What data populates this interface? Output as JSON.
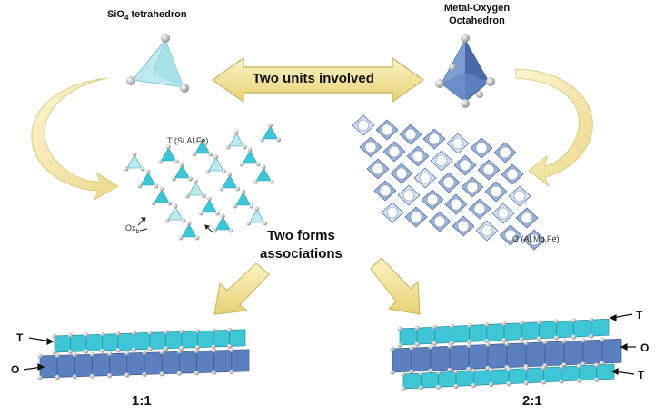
{
  "titles": {
    "tetrahedron_prefix": "SiO",
    "tetrahedron_sub": "4",
    "tetrahedron_suffix": " tetrahedron",
    "octahedron_line1": "Metal-Oxygen",
    "octahedron_line2": "Octahedron"
  },
  "center_arrow_label": "Two units involved",
  "sheet_labels": {
    "tetrahedral_sheet": "T (Si,Al,Fe)",
    "octahedral_sheet": "O (Al,Mg,Fe)",
    "oxygen_prefix": "Ox",
    "oxygen_sub": "b"
  },
  "associations": {
    "line1": "Two forms",
    "line2": "associations"
  },
  "structures": {
    "left_ratio": "1:1",
    "right_ratio": "2:1",
    "t_label": "T",
    "o_label": "O"
  },
  "colors": {
    "tetrahedron": "#3ec6d6",
    "tetrahedron_light": "#bfe9ef",
    "octahedron": "#5b7fbf",
    "octahedron_dark": "#3d5a8f",
    "arrow_yellow": "#f3e39a",
    "arrow_yellow_edge": "#c9b25a",
    "oxygen_atom": "#c8c8c8"
  }
}
